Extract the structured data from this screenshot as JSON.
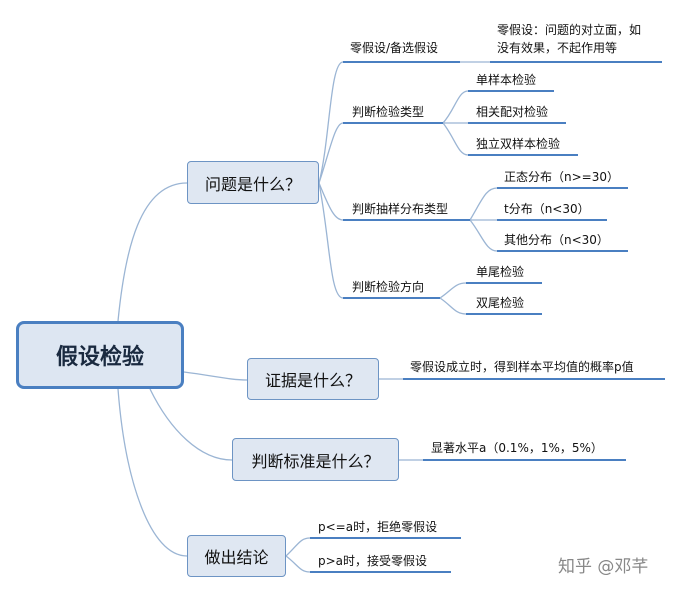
{
  "root": "假设检验",
  "branches": {
    "question": {
      "label": "问题是什么？",
      "hypothesis": {
        "label": "零假设/备选假设",
        "note_line1": "零假设：问题的对立面，如",
        "note_line2": "没有效果，不起作用等"
      },
      "test_type": {
        "label": "判断检验类型",
        "items": [
          "单样本检验",
          "相关配对检验",
          "独立双样本检验"
        ]
      },
      "distribution": {
        "label": "判断抽样分布类型",
        "items": [
          "正态分布（n>=30）",
          "t分布（n<30）",
          "其他分布（n<30）"
        ]
      },
      "direction": {
        "label": "判断检验方向",
        "items": [
          "单尾检验",
          "双尾检验"
        ]
      }
    },
    "evidence": {
      "label": "证据是什么？",
      "item": "零假设成立时，得到样本平均值的概率p值"
    },
    "criterion": {
      "label": "判断标准是什么？",
      "item": "显著水平a（0.1%，1%，5%）"
    },
    "conclusion": {
      "label": "做出结论",
      "items": [
        "p<=a时，拒绝零假设",
        "p>a时，接受零假设"
      ]
    }
  },
  "watermark": "知乎 @邓芊",
  "colors": {
    "line": "#4a7fc1",
    "branch_curve": "#9bb5d4",
    "node_fill": "#dfe7f2"
  }
}
